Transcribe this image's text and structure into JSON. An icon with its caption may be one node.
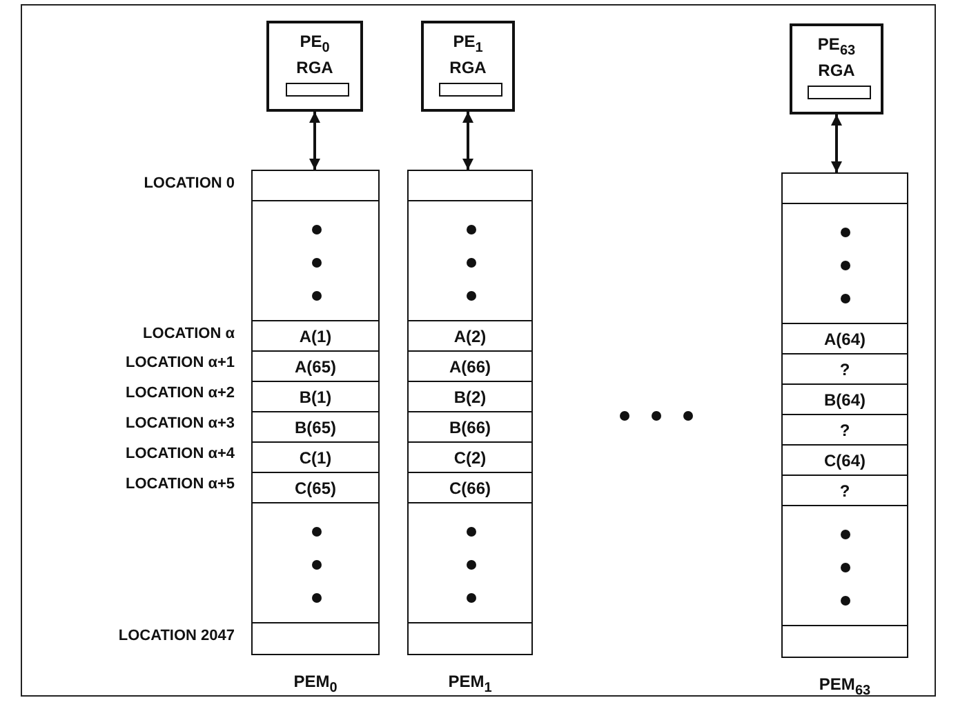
{
  "diagram": {
    "nodes": [
      {
        "text": [
          "PE$_{0}$",
          "RGA"
        ]
      },
      {
        "text": [
          "PE$_{1}$",
          "RGA"
        ]
      },
      {
        "text": [
          "PE$_{63}$",
          "RGA"
        ]
      },
      {
        "text": [
          "PEM$_{0}$"
        ]
      },
      {
        "text": [],
        "shape": "box",
        "in": 3
      },
      {
        "text": [],
        "shape": "box",
        "in": 3
      },
      {
        "text": [
          "A(1)"
        ],
        "in": 3
      },
      {
        "text": [
          "A(65)"
        ],
        "in": 3
      },
      {
        "text": [
          "B(1)"
        ],
        "in": 3
      },
      {
        "text": [
          "B(65)"
        ],
        "in": 3
      },
      {
        "text": [
          "C(1)"
        ],
        "in": 3
      },
      {
        "text": [
          "C(65)"
        ],
        "in": 3
      },
      {
        "text": [],
        "shape": "box",
        "in": 3
      },
      {
        "text": [],
        "shape": "box",
        "in": 3
      },
      {
        "text": [
          "PEM$_{1}$"
        ]
      },
      {
        "text": [],
        "shape": "box",
        "in": 14
      },
      {
        "text": [],
        "shape": "box",
        "in": 14
      },
      {
        "text": [
          "A(2)"
        ],
        "in": 14
      },
      {
        "text": [
          "A(66)"
        ],
        "in": 14
      },
      {
        "text": [
          "B(2)"
        ],
        "in": 14
      },
      {
        "text": [
          "B(66)"
        ],
        "in": 14
      },
      {
        "text": [
          "C(2)"
        ],
        "in": 14
      },
      {
        "text": [
          "C(66)"
        ],
        "in": 14
      },
      {
        "text": [],
        "shape": "box",
        "in": 14
      },
      {
        "text": [],
        "shape": "box",
        "in": 14
      },
      {
        "text": [
          "PEM$_{63}$"
        ]
      },
      {
        "text": [],
        "shape": "box",
        "in": 25
      },
      {
        "text": [],
        "shape": "box",
        "in": 25
      },
      {
        "text": [
          "A(64)"
        ],
        "in": 25
      },
      {
        "text": [
          "?"
        ],
        "in": 25
      },
      {
        "text": [
          "B(64)"
        ],
        "in": 25
      },
      {
        "text": [
          "?"
        ],
        "in": 25
      },
      {
        "text": [
          "C(64)"
        ],
        "in": 25
      },
      {
        "text": [
          "?"
        ],
        "in": 25
      },
      {
        "text": [],
        "shape": "box",
        "in": 25
      },
      {
        "text": [],
        "shape": "box",
        "in": 25
      }
    ],
    "edges": [
      {
        "from": 0,
        "to": 4,
        "arrow": "both"
      },
      {
        "from": 1,
        "to": 15,
        "arrow": "both"
      },
      {
        "from": 2,
        "to": 26,
        "arrow": "both"
      }
    ],
    "labels": [
      "LOCATION 0",
      "LOCATION α",
      "LOCATION α+1",
      "LOCATION α+2",
      "LOCATION α+3",
      "LOCATION α+4",
      "LOCATION α+5",
      "LOCATION 2047"
    ]
  }
}
